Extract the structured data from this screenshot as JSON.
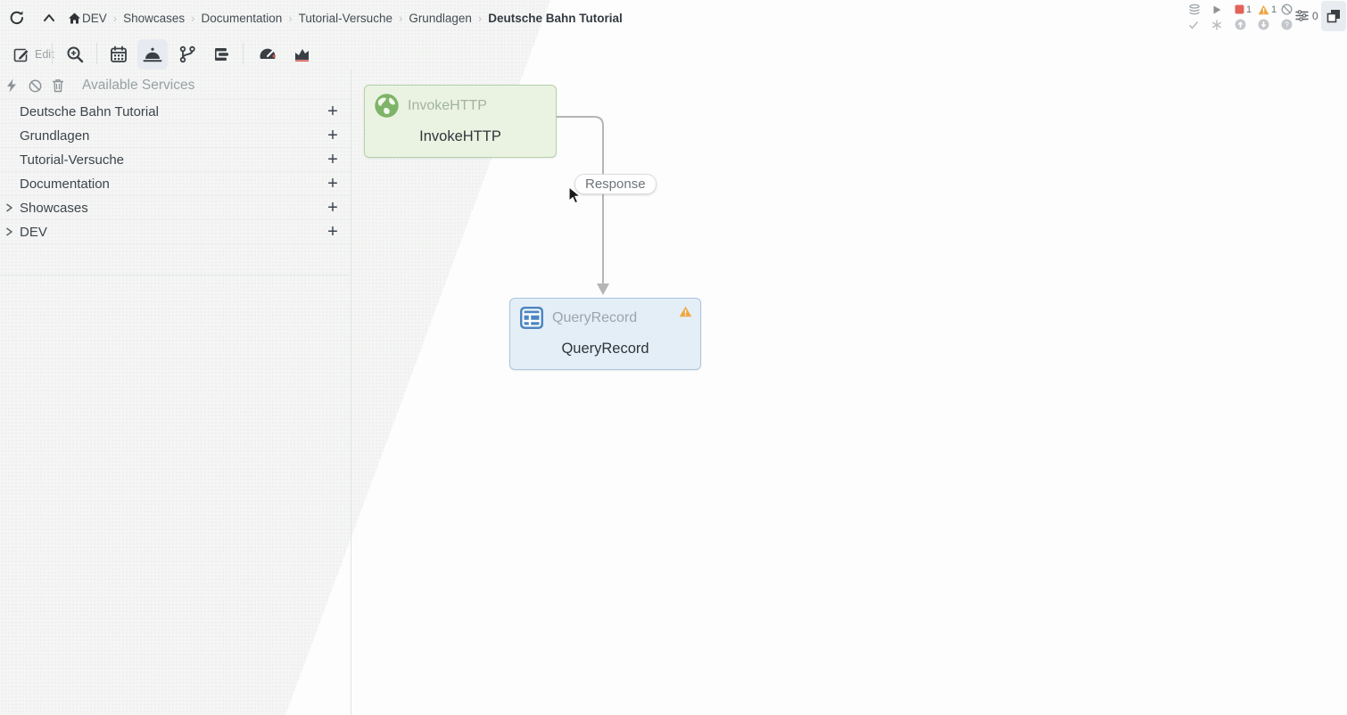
{
  "header": {
    "breadcrumb": {
      "separator": "›",
      "items": [
        "DEV",
        "Showcases",
        "Documentation",
        "Tutorial-Versuche",
        "Grundlagen"
      ],
      "current": "Deutsche Bahn Tutorial"
    },
    "status": {
      "stopped_count": "1",
      "invalid_count": "1",
      "filter_count": "0"
    }
  },
  "toolbar": {
    "edit_label": "Edit"
  },
  "services_panel": {
    "title": "Available Services",
    "add_label": "+",
    "items": [
      {
        "label": "Deutsche Bahn Tutorial",
        "expandable": false
      },
      {
        "label": "Grundlagen",
        "expandable": false
      },
      {
        "label": "Tutorial-Versuche",
        "expandable": false
      },
      {
        "label": "Documentation",
        "expandable": false
      },
      {
        "label": "Showcases",
        "expandable": true
      },
      {
        "label": "DEV",
        "expandable": true
      }
    ]
  },
  "canvas": {
    "processors": [
      {
        "type": "InvokeHTTP",
        "name": "InvokeHTTP",
        "status": "stopped"
      },
      {
        "type": "QueryRecord",
        "name": "QueryRecord",
        "status": "invalid"
      }
    ],
    "connection": {
      "label": "Response"
    }
  },
  "icons": {
    "refresh": "circular-arrow",
    "collapse-up": "chevron-up",
    "home": "house",
    "edit": "pencil-square",
    "zoom-in": "magnifier-plus",
    "calendar": "calendar-grid",
    "services": "service-bell",
    "versions": "git-branch",
    "hierarchy": "indented-list",
    "gauge": "speedometer",
    "statistics": "area-chart",
    "enable": "lightning-bolt",
    "disable": "ban-circle",
    "delete": "trash-can",
    "queued": "stacked-layers",
    "running": "play-triangle",
    "stopped": "red-square",
    "invalid": "orange-warning-triangle",
    "disabled": "slashed-circle",
    "up-to-date": "check",
    "locally-modified": "asterisk",
    "stale": "up-arrow-circle",
    "filter": "slider-lines",
    "window": "overlapping-squares",
    "invokehttp-icon": "green-globe",
    "queryrecord-icon": "blue-table-grid"
  },
  "colors": {
    "accent_red": "#e4625d",
    "accent_orange": "#efa743",
    "node_green_bg": "#eaf3e2",
    "node_green_border": "#b6cfab",
    "node_blue_bg": "#e4eef7",
    "node_blue_border": "#a9c6df",
    "band_gray": "#f4f5f4"
  }
}
